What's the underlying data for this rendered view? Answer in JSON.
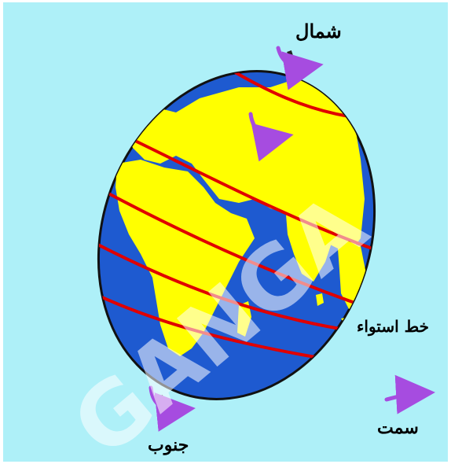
{
  "labels": {
    "north": "شمال",
    "south": "جنوب",
    "equator": "خط استواء",
    "direction": "سمت"
  },
  "watermark": "GANGA",
  "colors": {
    "background": "#aef0f8",
    "ocean": "#1e5ad0",
    "land": "#ffff00",
    "latitude_lines": "#e00000",
    "rotation_arrow": "#a64ce0",
    "watermark": "#ffffff"
  },
  "icons": [
    "rotation-arrow-icon",
    "axis-icon"
  ]
}
